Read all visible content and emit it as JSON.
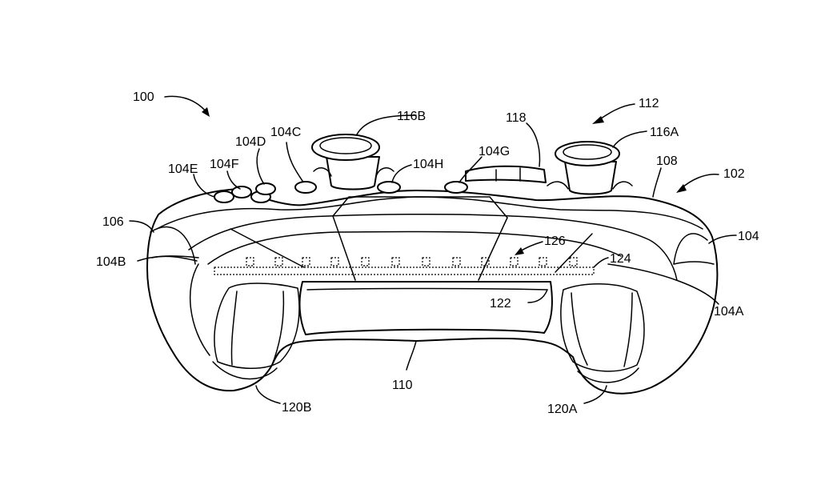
{
  "figure": {
    "labels": {
      "l100": "100",
      "l112": "112",
      "l102": "102",
      "l116B": "116B",
      "l118": "118",
      "l116A": "116A",
      "l104C": "104C",
      "l104D": "104D",
      "l104G": "104G",
      "l104H": "104H",
      "l104E": "104E",
      "l104F": "104F",
      "l108": "108",
      "l106": "106",
      "l104": "104",
      "l126": "126",
      "l124": "124",
      "l104B": "104B",
      "l104A": "104A",
      "l122": "122",
      "l110": "110",
      "l120B": "120B",
      "l120A": "120A"
    }
  }
}
